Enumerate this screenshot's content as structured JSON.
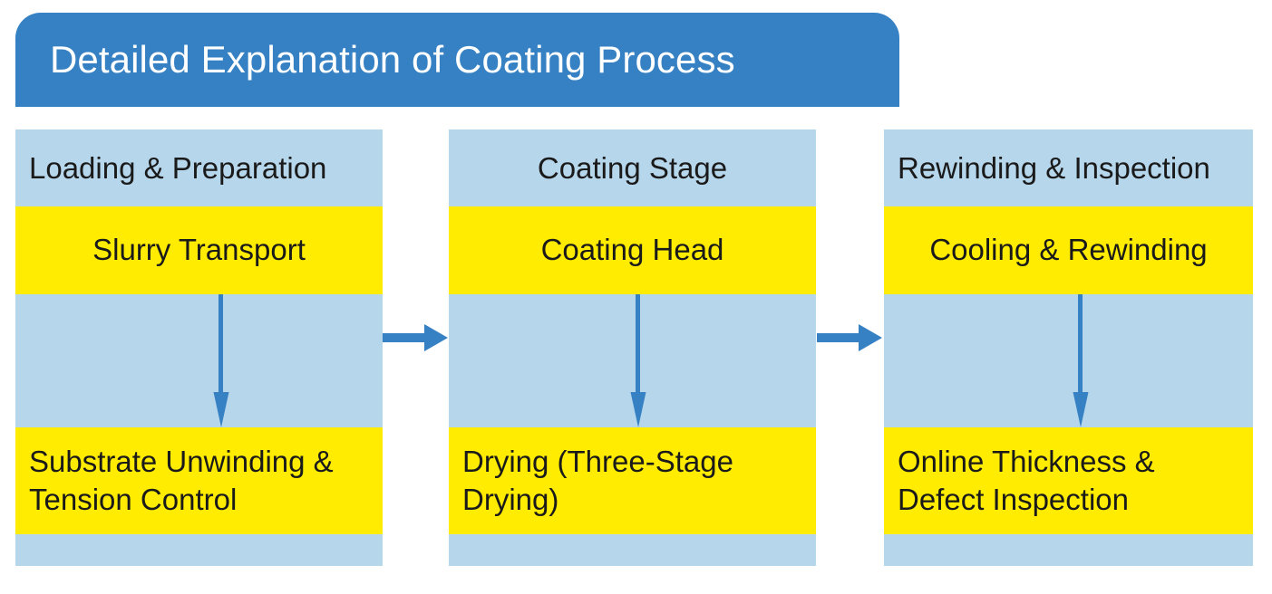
{
  "title": {
    "text": "Detailed Explanation of Coating Process",
    "background": "#3581C4",
    "color": "#FFFFFF"
  },
  "colors": {
    "banner_blue": "#3581C4",
    "stage_blue": "#B6D6EC",
    "step_yellow": "#FFEC00",
    "arrow_blue": "#3581C4",
    "text_dark": "#1A1A1A"
  },
  "diagram": {
    "type": "process-flow",
    "orientation": "horizontal",
    "stage_count": 3,
    "stages": [
      {
        "header": "Loading & Preparation",
        "header_align": "left",
        "steps": [
          {
            "label": "Slurry Transport",
            "align": "center"
          },
          {
            "label": "Substrate Unwinding & Tension Control",
            "align": "left"
          }
        ],
        "vertical_arrow": true
      },
      {
        "header": "Coating Stage",
        "header_align": "center",
        "steps": [
          {
            "label": "Coating Head",
            "align": "center"
          },
          {
            "label": "Drying (Three-Stage Drying)",
            "align": "left"
          }
        ],
        "vertical_arrow": true
      },
      {
        "header": "Rewinding & Inspection",
        "header_align": "left",
        "steps": [
          {
            "label": "Cooling & Rewinding",
            "align": "center"
          },
          {
            "label": "Online Thickness & Defect Inspection",
            "align": "left"
          }
        ],
        "vertical_arrow": true
      }
    ],
    "connectors": [
      {
        "from": "Loading & Preparation",
        "to": "Coating Stage",
        "direction": "right"
      },
      {
        "from": "Coating Stage",
        "to": "Rewinding & Inspection",
        "direction": "right"
      }
    ]
  }
}
